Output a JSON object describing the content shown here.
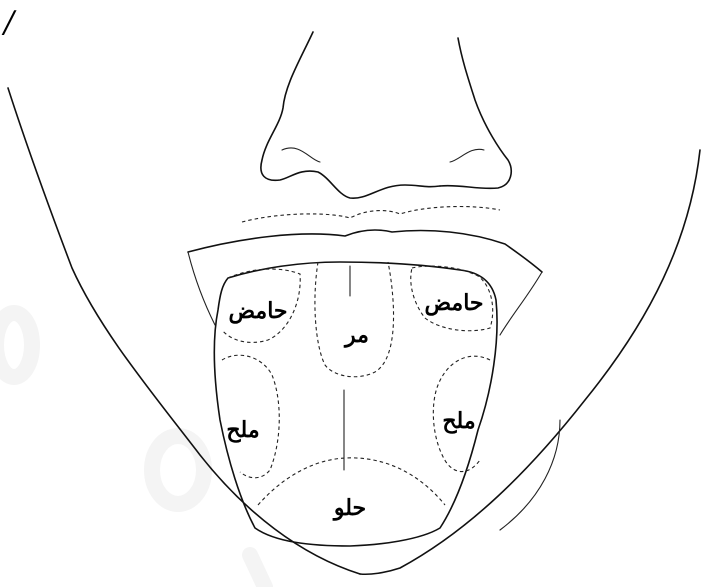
{
  "diagram": {
    "title": "",
    "figure_mark": "/",
    "regions": {
      "sour_left": "حامض",
      "sour_right": "حامض",
      "bitter": "مر",
      "salty_left": "ملح",
      "salty_right": "ملح",
      "sweet": "حلو"
    }
  }
}
